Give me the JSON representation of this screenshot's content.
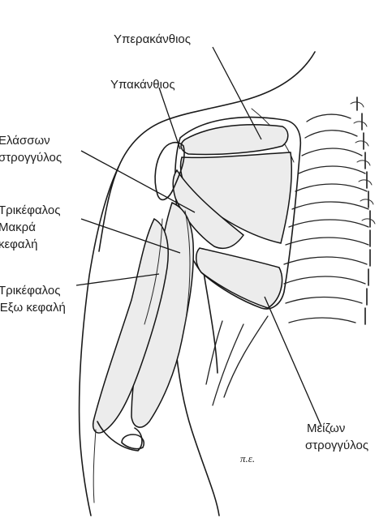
{
  "labels": {
    "supraspinatus": "Υπερακάνθιος",
    "infraspinatus": "Υπακάνθιος",
    "teres_minor_1": "Ελάσσων",
    "teres_minor_2": "στρογγύλος",
    "triceps_long_1": "Τρικέφαλος",
    "triceps_long_2": "Μακρά",
    "triceps_long_3": "κεφαλή",
    "triceps_lat_1": "Τρικέφαλος",
    "triceps_lat_2": "Έξω κεφαλή",
    "teres_major_1": "Μείζων",
    "teres_major_2": "στρογγύλος"
  },
  "signature": "π.ε."
}
